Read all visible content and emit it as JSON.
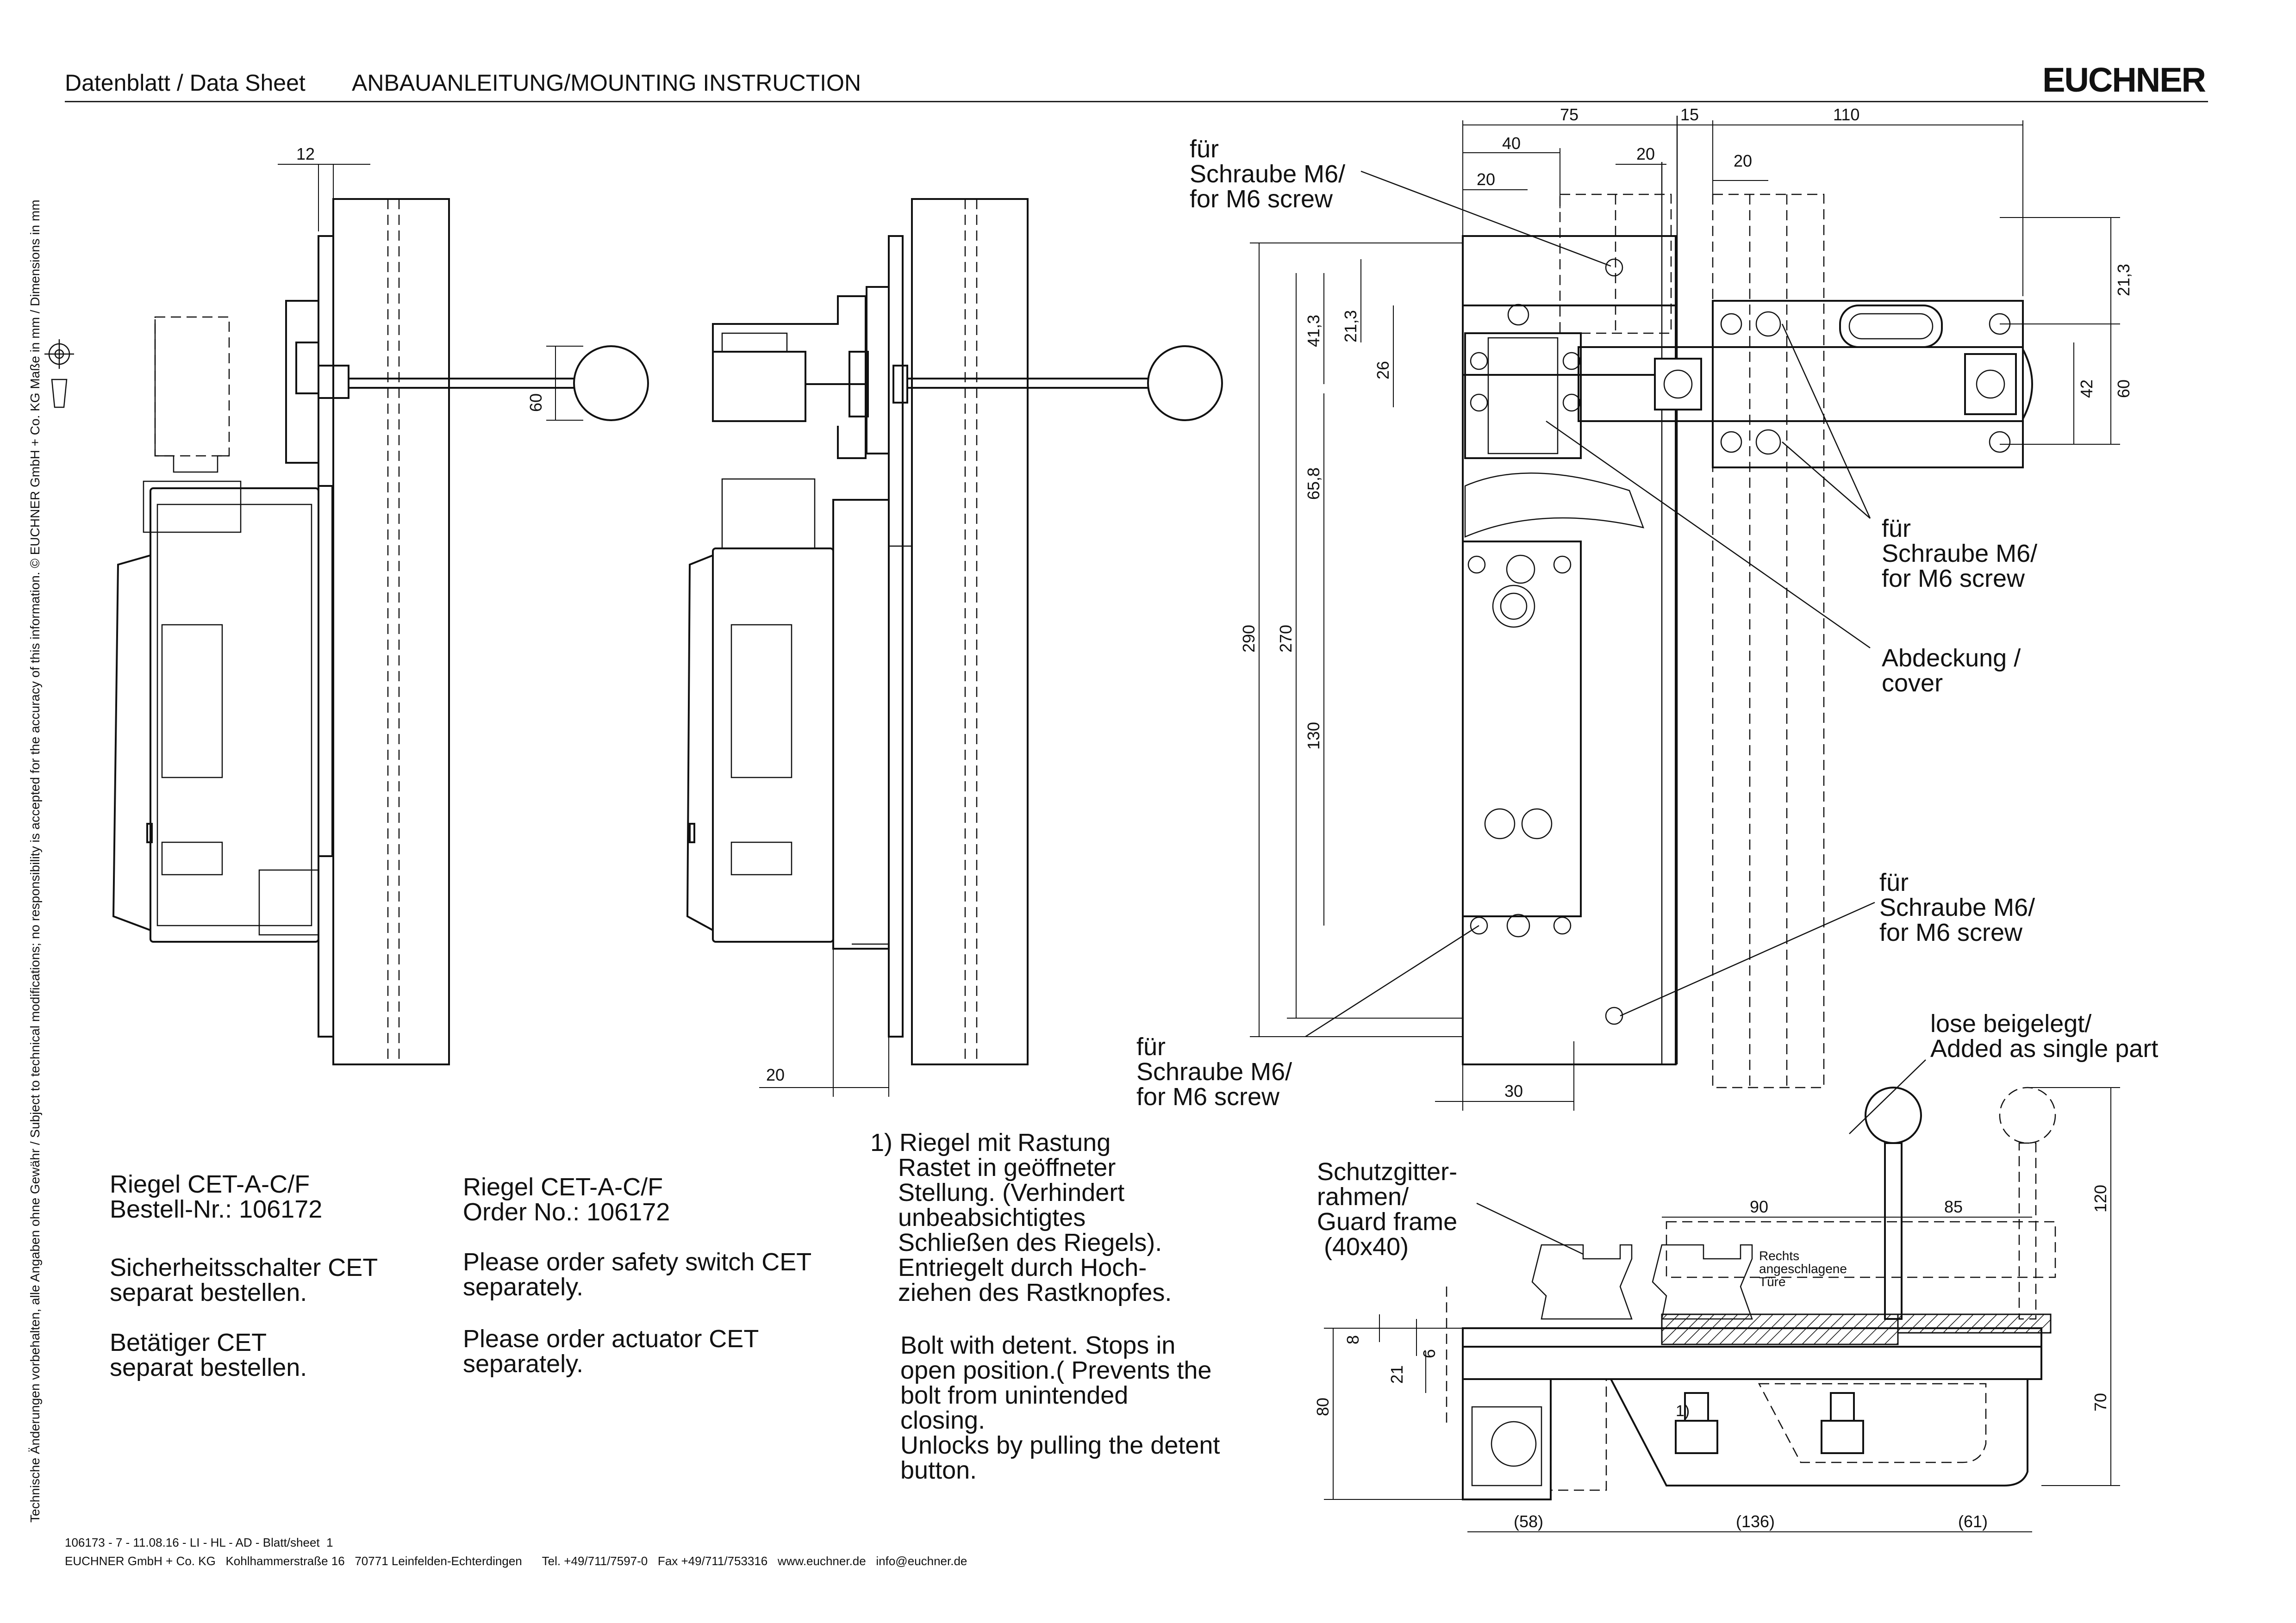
{
  "header": {
    "doc_type": "Datenblatt / Data Sheet",
    "title": "ANBAUANLEITUNG/MOUNTING INSTRUCTION",
    "logo": "EUCHNER"
  },
  "side_note": "Technische Änderungen vorbehalten, alle Angaben ohne Gewähr / Subject to technical modifications; no responsibility is accepted for the accuracy of this information.    © EUCHNER GmbH + Co. KG    Maße in mm / Dimensions in mm",
  "notes": {
    "left": {
      "product": "Riegel CET-A-C/F\nBestell-Nr.: 106172",
      "switch": "Sicherheitsschalter CET\nseparat bestellen.",
      "actuator": "Betätiger CET\nseparat bestellen."
    },
    "middle": {
      "product": "Riegel CET-A-C/F\nOrder No.: 106172",
      "switch": "Please order safety switch CET\nseparately.",
      "actuator": "Please order actuator CET\nseparately."
    },
    "footnote_de": "1) Riegel mit Rastung\n    Rastet in geöffneter\n    Stellung. (Verhindert\n    unbeabsichtigtes\n    Schließen des Riegels).\n    Entriegelt durch Hoch-\n    ziehen des Rastknopfes.",
    "footnote_en": "Bolt with detent. Stops in\nopen position.( Prevents the\nbolt from unintended\nclosing.\nUnlocks by pulling the detent\nbutton."
  },
  "callouts": {
    "screw_top": "für\nSchraube M6/\nfor M6 screw",
    "screw_right": "für\nSchraube M6/\nfor M6 screw",
    "screw_bottom_right": "für\nSchraube M6/\nfor M6 screw",
    "screw_bottom_left": "für\nSchraube M6/\nfor M6 screw",
    "cover": "Abdeckung /\ncover",
    "loose": "lose beigelegt/\nAdded as single part",
    "guard_frame": "Schutzgitter-\nrahmen/\nGuard frame\n (40x40)",
    "door": "Rechts\nangeschlagene\nTüre",
    "footnote_ref": "1)"
  },
  "dimensions": {
    "side_12": "12",
    "side_60": "60",
    "side_20": "20",
    "top_75": "75",
    "top_15": "15",
    "top_110": "110",
    "top_40": "40",
    "top_20a": "20",
    "top_20b": "20",
    "top_20c": "20",
    "right_21_3": "21,3",
    "right_42": "42",
    "right_60": "60",
    "left_41_3": "41,3",
    "left_21_3": "21,3",
    "left_26": "26",
    "left_65_8": "65,8",
    "left_290": "290",
    "left_270": "270",
    "left_130": "130",
    "bottom_30": "30",
    "plan_90": "90",
    "plan_85": "85",
    "plan_120": "120",
    "plan_8": "8",
    "plan_6": "6",
    "plan_21": "21",
    "plan_80": "80",
    "plan_70": "70",
    "plan_58": "(58)",
    "plan_136": "(136)",
    "plan_61": "(61)"
  },
  "footer": {
    "line1": "106173 - 7 - 11.08.16 - LI - HL - AD - Blatt/sheet  1",
    "line2": "EUCHNER GmbH + Co. KG   Kohlhammerstraße 16   70771 Leinfelden-Echterdingen      Tel. +49/711/7597-0   Fax +49/711/753316   www.euchner.de   info@euchner.de"
  }
}
